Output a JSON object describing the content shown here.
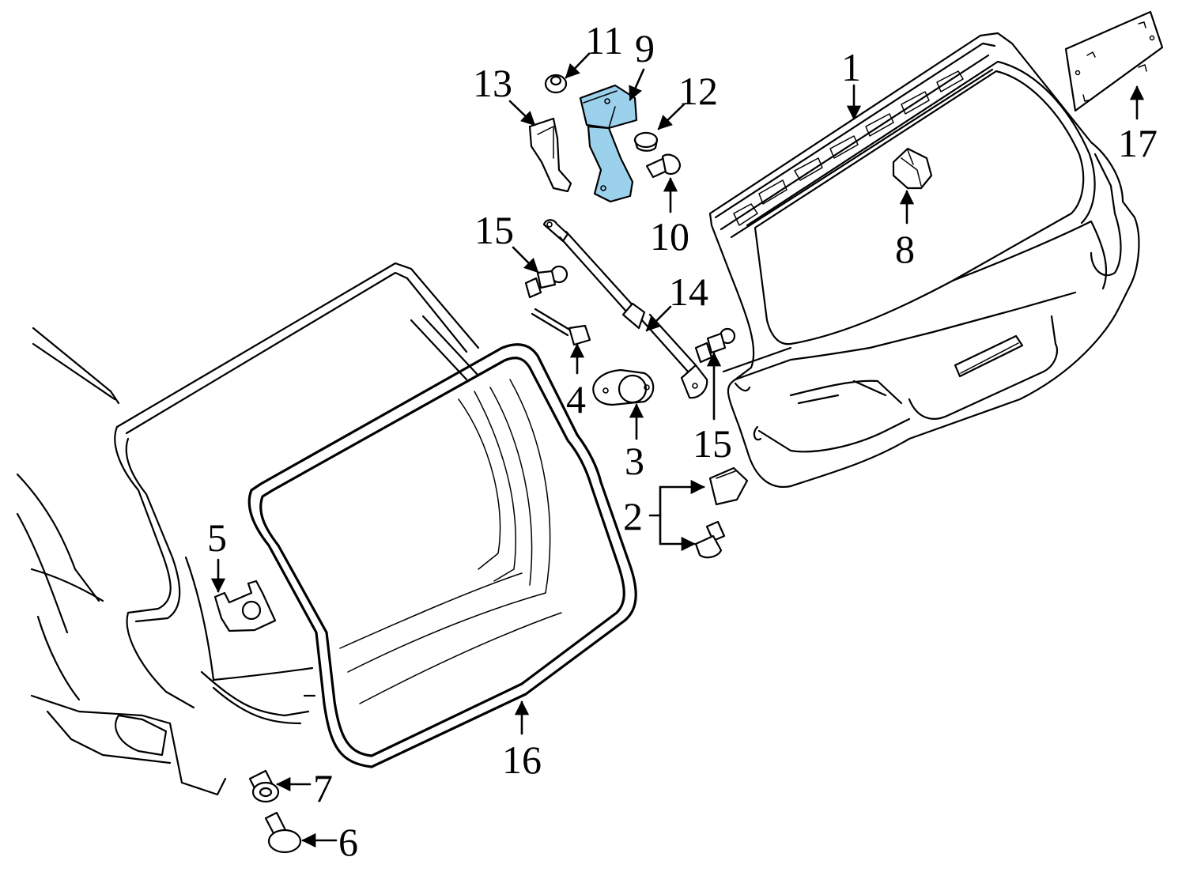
{
  "diagram": {
    "highlight_color": "#9cd1ec",
    "callouts": [
      {
        "id": "1",
        "label": "1"
      },
      {
        "id": "2",
        "label": "2"
      },
      {
        "id": "3",
        "label": "3"
      },
      {
        "id": "4",
        "label": "4"
      },
      {
        "id": "5",
        "label": "5"
      },
      {
        "id": "6",
        "label": "6"
      },
      {
        "id": "7",
        "label": "7"
      },
      {
        "id": "8",
        "label": "8"
      },
      {
        "id": "9",
        "label": "9"
      },
      {
        "id": "10",
        "label": "10"
      },
      {
        "id": "11",
        "label": "11"
      },
      {
        "id": "12",
        "label": "12"
      },
      {
        "id": "13",
        "label": "13"
      },
      {
        "id": "14",
        "label": "14"
      },
      {
        "id": "15a",
        "label": "15"
      },
      {
        "id": "15b",
        "label": "15"
      },
      {
        "id": "16",
        "label": "16"
      },
      {
        "id": "17",
        "label": "17"
      }
    ]
  }
}
